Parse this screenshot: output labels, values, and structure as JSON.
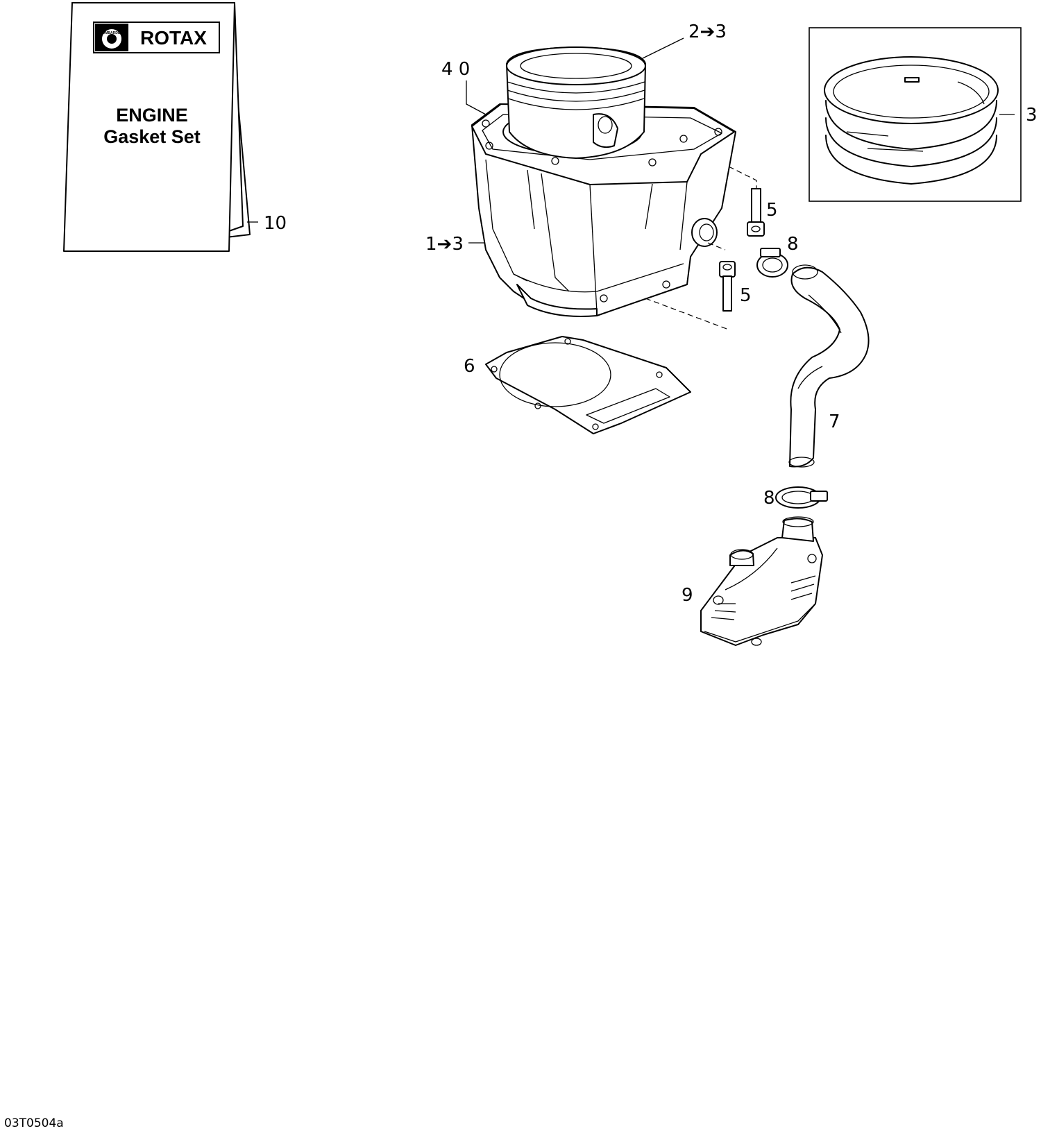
{
  "manual": {
    "logo_word": "ROTAX",
    "logo_emblem_text": "BOMBARDIER",
    "title_line1": "ENGINE",
    "title_line2": "Gasket Set"
  },
  "callouts": {
    "cylinder": "1➔3",
    "piston": "2➔3",
    "piston_rings": "3",
    "piston_ring_count": "4 0",
    "screw_upper": "5",
    "screw_lower": "5",
    "base_gasket": "6",
    "hose": "7",
    "clamp_upper": "8",
    "clamp_lower": "8",
    "water_pump_housing": "9",
    "gasket_set": "10"
  },
  "figure_code": "03T0504a"
}
